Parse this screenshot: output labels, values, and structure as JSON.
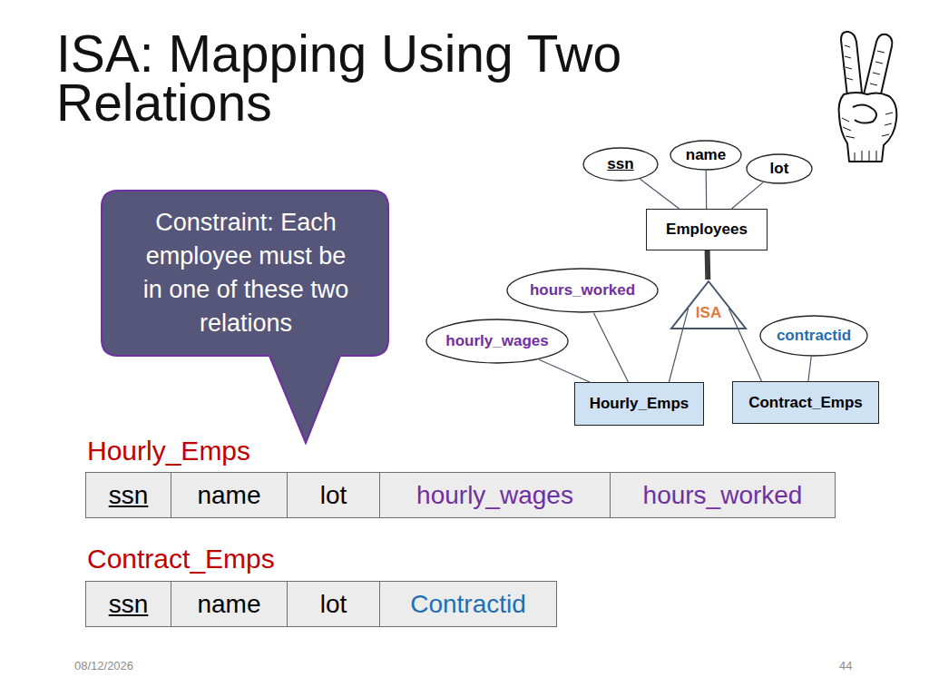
{
  "diagram": {
    "title": "ISA: Mapping Using Two Relations",
    "nodes": [
      {
        "text": [
          "name"
        ]
      },
      {
        "text": [
          "ssn"
        ]
      },
      {
        "text": [
          "lot"
        ]
      },
      {
        "text": [
          "Employees"
        ]
      },
      {
        "text": [
          "Constraint: Each employee must be in one of these two relations"
        ]
      },
      {
        "text": [
          "hours_worked"
        ]
      },
      {
        "text": [
          "ISA"
        ]
      },
      {
        "text": [
          "contractid"
        ]
      },
      {
        "text": [
          "hourly_wages"
        ]
      },
      {
        "text": [
          "Hourly_Emps"
        ]
      },
      {
        "text": [
          "Contract_Emps"
        ]
      }
    ],
    "edges": [
      {
        "from": 1,
        "to": 3,
        "arrow": "none"
      },
      {
        "from": 0,
        "to": 3,
        "arrow": "none"
      },
      {
        "from": 2,
        "to": 3,
        "arrow": "none"
      },
      {
        "from": 3,
        "to": 6,
        "arrow": "none"
      },
      {
        "from": 5,
        "to": 9,
        "arrow": "none"
      },
      {
        "from": 6,
        "to": 9,
        "arrow": "none"
      },
      {
        "from": 7,
        "to": 10,
        "arrow": "none"
      },
      {
        "from": 8,
        "to": 9,
        "arrow": "none"
      },
      {
        "from": 6,
        "to": 10,
        "arrow": "none"
      }
    ],
    "labels": [
      "Hourly_Emps",
      "ssn",
      "name",
      "lot",
      "hourly_wages",
      "hours_worked",
      "Contract_Emps",
      "ssn",
      "name",
      "lot",
      "Contractid",
      "08/12/2026",
      "44"
    ]
  }
}
